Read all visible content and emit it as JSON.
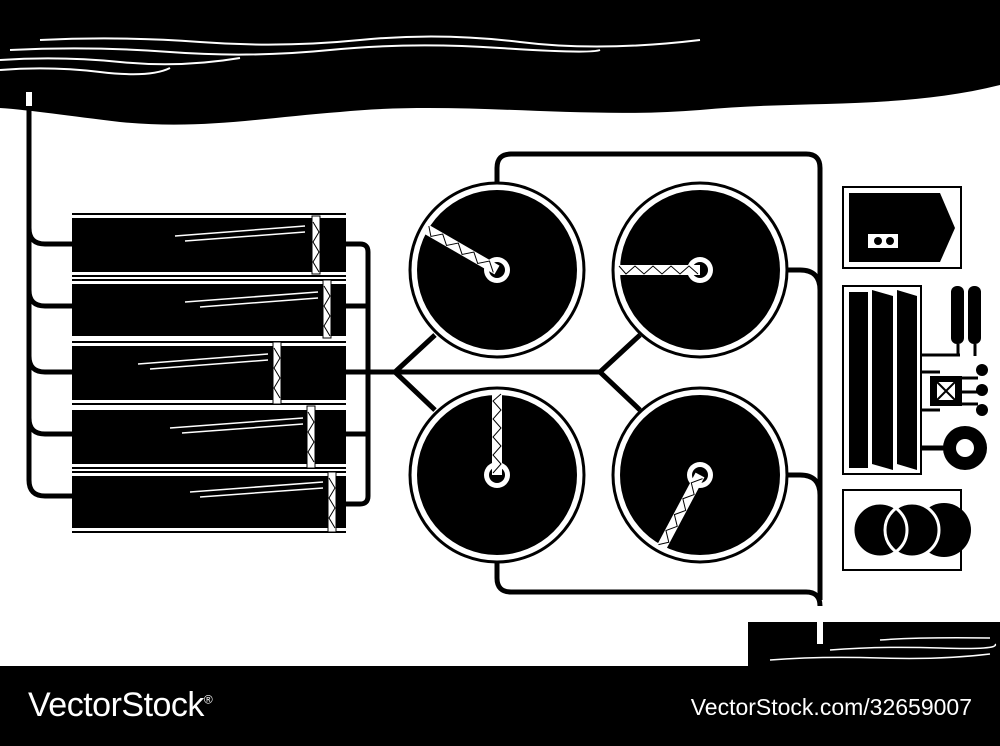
{
  "watermark": {
    "brand": "VectorStock",
    "registered_mark": "®",
    "image_id_text": "VectorStock.com/32659007"
  },
  "colors": {
    "ink": "#000000",
    "paper": "#ffffff"
  },
  "icons": [
    "river-source",
    "sedimentation-tank",
    "clarifier-tank",
    "scraper-arm",
    "control-panel-icon",
    "filter-unit",
    "pump-motor",
    "outlet-basin"
  ]
}
